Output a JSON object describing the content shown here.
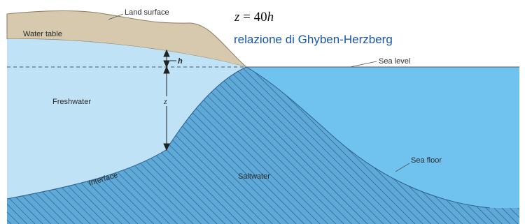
{
  "formula": {
    "lhs": "z",
    "equals": " = ",
    "rhs_num": "40",
    "rhs_var": "h"
  },
  "caption": "relazione di Ghyben-Herzberg",
  "labels": {
    "land_surface": "Land surface",
    "water_table": "Water table",
    "sea_level": "Sea level",
    "freshwater": "Freshwater",
    "saltwater": "Saltwater",
    "interface": "Interface",
    "sea_floor": "Sea floor",
    "z_symbol": "z",
    "h_symbol": "h"
  },
  "colors": {
    "land": "#d6c9ad",
    "freshwater": "#bfe2f6",
    "seawater": "#71c3ef",
    "saltwater": "#5ea9d8",
    "hatch": "#1f4f78",
    "caption": "#1a56a6"
  }
}
